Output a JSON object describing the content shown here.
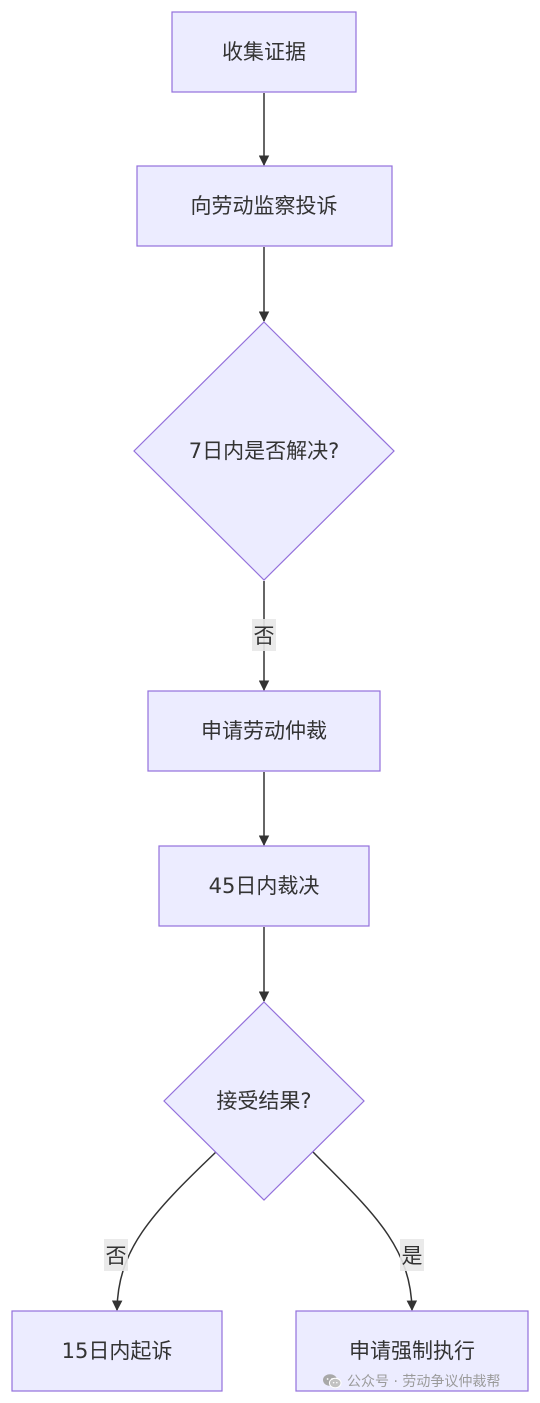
{
  "flowchart": {
    "nodes": {
      "collect_evidence": "收集证据",
      "labor_inspection_complaint": "向劳动监察投诉",
      "resolved_in_7_days": "7日内是否解决?",
      "apply_arbitration": "申请劳动仲裁",
      "ruling_in_45_days": "45日内裁决",
      "accept_result": "接受结果?",
      "sue_in_15_days": "15日内起诉",
      "apply_enforcement": "申请强制执行"
    },
    "edge_labels": {
      "no_after_7_days": "否",
      "no_after_accept": "否",
      "yes_after_accept": "是"
    }
  },
  "watermark": {
    "text": "公众号 · 劳动争议仲裁帮",
    "icon": "wechat-icon"
  },
  "colors": {
    "node_fill": "#ececff",
    "node_stroke": "#9370db",
    "edge": "#333333",
    "edge_label_bg": "#e8e8e8"
  }
}
